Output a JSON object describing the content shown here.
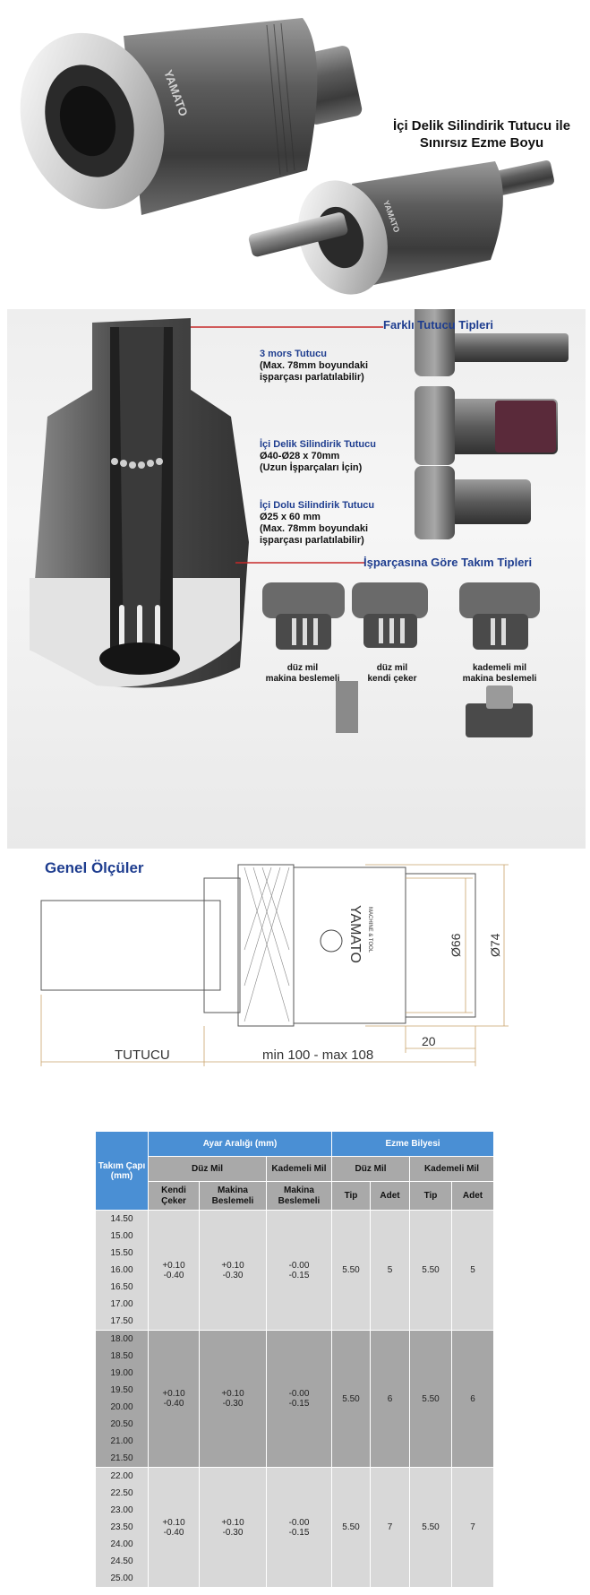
{
  "hero": {
    "title_line1": "İçi Delik Silindirik Tutucu ile",
    "title_line2": "Sınırsız Ezme Boyu",
    "brand": "YAMATO"
  },
  "types": {
    "holder_types_title": "Farklı Tutucu Tipleri",
    "tool_types_title": "İşparçasına Göre Takım Tipleri",
    "notes": [
      {
        "title": "3 mors Tutucu",
        "lines": [
          "(Max. 78mm boyundaki",
          "işparçası parlatılabilir)"
        ]
      },
      {
        "title": "İçi Delik Silindirik Tutucu",
        "lines": [
          "Ø40-Ø28 x 70mm",
          "(Uzun İşparçaları İçin)"
        ]
      },
      {
        "title": "İçi Dolu Silindirik Tutucu",
        "lines": [
          "Ø25 x 60 mm",
          "(Max. 78mm boyundaki",
          "işparçası parlatılabilir)"
        ]
      }
    ],
    "tools": [
      {
        "lines": [
          "düz mil",
          "makina beslemeli"
        ]
      },
      {
        "lines": [
          "düz mil",
          "kendi çeker"
        ]
      },
      {
        "lines": [
          "kademeli mil",
          "makina beslemeli"
        ]
      }
    ]
  },
  "dims": {
    "title": "Genel Ölçüler",
    "brand": "YAMATO",
    "brand_sub": "MACHINE & TOOL",
    "d66": "Ø66",
    "d74": "Ø74",
    "len20": "20",
    "holder_label": "TUTUCU",
    "length_label": "min 100 - max 108"
  },
  "table": {
    "h_diameter": "Takım Çapı (mm)",
    "h_range": "Ayar Aralığı (mm)",
    "h_ball": "Ezme Bilyesi",
    "h_straight": "Düz Mil",
    "h_stepped": "Kademeli Mil",
    "h_self": "Kendi Çeker",
    "h_machine": "Makina Beslemeli",
    "h_ball_straight": "Düz Mil",
    "h_ball_stepped": "Kademeli Mil",
    "h_tip": "Tip",
    "h_count": "Adet",
    "groups": [
      {
        "sizes": [
          "14.50",
          "15.00",
          "15.50",
          "16.00",
          "16.50",
          "17.00",
          "17.50"
        ],
        "self_up": "+0.10",
        "self_low": "-0.40",
        "mach_up": "+0.10",
        "mach_low": "-0.30",
        "step_up": "-0.00",
        "step_low": "-0.15",
        "tip1": "5.50",
        "cnt1": "5",
        "tip2": "5.50",
        "cnt2": "5"
      },
      {
        "sizes": [
          "18.00",
          "18.50",
          "19.00",
          "19.50",
          "20.00",
          "20.50",
          "21.00",
          "21.50"
        ],
        "self_up": "+0.10",
        "self_low": "-0.40",
        "mach_up": "+0.10",
        "mach_low": "-0.30",
        "step_up": "-0.00",
        "step_low": "-0.15",
        "tip1": "5.50",
        "cnt1": "6",
        "tip2": "5.50",
        "cnt2": "6"
      },
      {
        "sizes": [
          "22.00",
          "22.50",
          "23.00",
          "23.50",
          "24.00",
          "24.50",
          "25.00"
        ],
        "self_up": "+0.10",
        "self_low": "-0.40",
        "mach_up": "+0.10",
        "mach_low": "-0.30",
        "step_up": "-0.00",
        "step_low": "-0.15",
        "tip1": "5.50",
        "cnt1": "7",
        "tip2": "5.50",
        "cnt2": "7"
      }
    ]
  }
}
